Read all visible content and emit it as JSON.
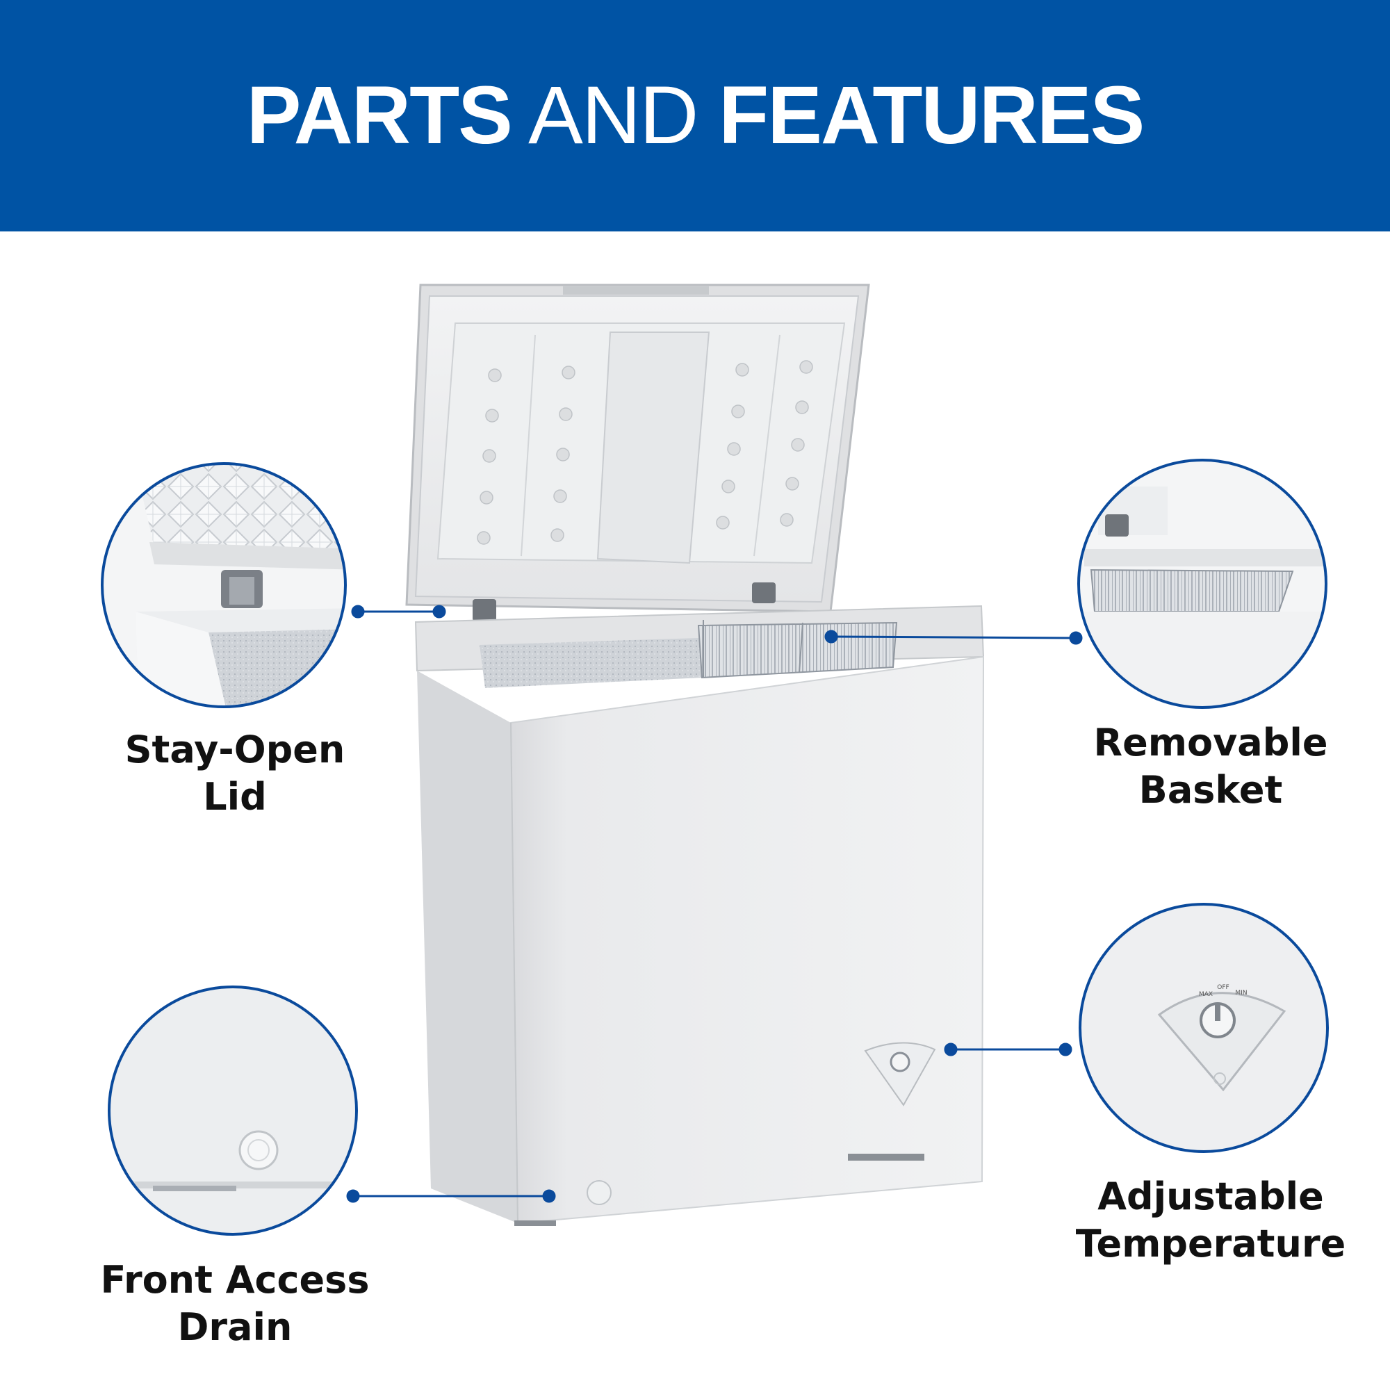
{
  "banner": {
    "title_bold_1": "PARTS",
    "title_light": "AND",
    "title_bold_2": "FEATURES",
    "background": "#0053a4",
    "text_color": "#ffffff"
  },
  "features": [
    {
      "line1": "Stay-Open",
      "line2": "Lid"
    },
    {
      "line1": "Removable",
      "line2": "Basket"
    },
    {
      "line1": "Front Access",
      "line2": "Drain"
    },
    {
      "line1": "Adjustable",
      "line2": "Temperature"
    }
  ],
  "dial_labels": {
    "max": "MAX",
    "off": "OFF",
    "min": "MIN"
  },
  "accent_color": "#0a4a9c"
}
